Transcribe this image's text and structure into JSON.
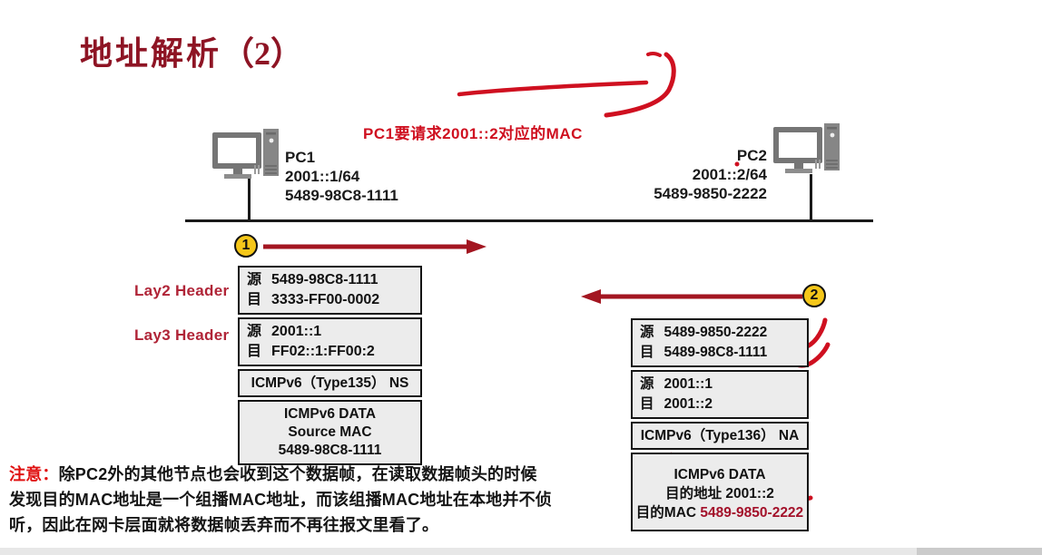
{
  "title": {
    "main": "地址解析",
    "suffix": "（2）"
  },
  "annotation": {
    "request_text": "PC1要请求2001::2对应的MAC"
  },
  "pc1": {
    "name": "PC1",
    "ip": "2001::1/64",
    "mac": "5489-98C8-1111"
  },
  "pc2": {
    "name": "PC2",
    "ip": "2001::2/64",
    "mac": "5489-9850-2222"
  },
  "labels": {
    "lay2": "Lay2 Header",
    "lay3": "Lay3 Header"
  },
  "steps": {
    "one": "1",
    "two": "2"
  },
  "left_packet": {
    "l2_src_label": "源",
    "l2_src": "5489-98C8-1111",
    "l2_dst_label": "目",
    "l2_dst": "3333-FF00-0002",
    "l3_src_label": "源",
    "l3_src": "2001::1",
    "l3_dst_label": "目",
    "l3_dst": "FF02::1:FF00:2",
    "icmp": "ICMPv6（Type135） NS",
    "data_line1": "ICMPv6 DATA",
    "data_line2": "Source MAC",
    "data_line3": "5489-98C8-1111"
  },
  "right_packet": {
    "l2_src_label": "源",
    "l2_src": "5489-9850-2222",
    "l2_dst_label": "目",
    "l2_dst": "5489-98C8-1111",
    "l3_src_label": "源",
    "l3_src": "2001::1",
    "l3_dst_label": "目",
    "l3_dst": "2001::2",
    "icmp": "ICMPv6（Type136） NA",
    "data_line1": "ICMPv6 DATA",
    "data_line2": "目的地址 2001::2",
    "data_line3_label": "目的MAC ",
    "data_line3_value": "5489-9850-2222"
  },
  "note": {
    "prefix": "注意：",
    "line1": "除PC2外的其他节点也会收到这个数据帧，在读取数据帧头的时候",
    "line2": "发现目的MAC地址是一个组播MAC地址，而该组播MAC地址在本地并不侦",
    "line3": "听，因此在网卡层面就将数据帧丢弃而不再往报文里看了。"
  },
  "colors": {
    "title_red": "#8e1424",
    "handwriting_red": "#cf1020",
    "arrow_red": "#a31621",
    "label_red": "#b02437",
    "mac_red": "#a3112a",
    "step_yellow": "#f5c71a"
  }
}
